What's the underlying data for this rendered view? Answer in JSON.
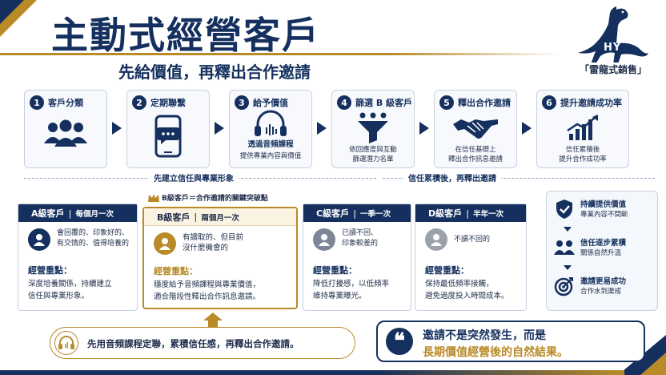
{
  "header": {
    "title": "主動式經營客戶",
    "subtitle": "先給價值，再釋出合作邀請",
    "logo_text": "HY",
    "logo_label": "「雷龍式銷售」"
  },
  "steps": [
    {
      "num": "1",
      "title": "客戶分類",
      "icon": "people-group-icon"
    },
    {
      "num": "2",
      "title": "定期聯繫",
      "icon": "phone-chat-icon"
    },
    {
      "num": "3",
      "title": "給予價值",
      "icon": "headphones-icon",
      "caption_strong": "透過音頻課程",
      "caption": "提供專業內容與價值"
    },
    {
      "num": "4",
      "title": "篩選 B 級客戶",
      "icon": "funnel-icon",
      "caption": "依回應度與互動",
      "caption2": "篩選潛力名單"
    },
    {
      "num": "5",
      "title": "釋出合作邀請",
      "icon": "handshake-icon",
      "caption": "在信任基礎上",
      "caption2": "釋出合作訊息邀請"
    },
    {
      "num": "6",
      "title": "提升邀請成功率",
      "icon": "growth-chart-icon",
      "caption": "信任累積後",
      "caption2": "提升合作成功率"
    }
  ],
  "stages": {
    "left": "先建立信任與專業形象",
    "right": "信任累積後，再釋出邀請"
  },
  "b_tag": "B級客戶＝合作邀請的關鍵突破點",
  "cards": [
    {
      "grade": "A級客戶",
      "freq": "每個月一次",
      "desc1": "會回覆的、印象好的、",
      "desc2": "有交情的、值得培養的",
      "key": "經營重點：",
      "body1": "深度培養關係，持續建立",
      "body2": "信任與專業形象。"
    },
    {
      "grade": "B級客戶",
      "freq": "兩個月一次",
      "desc1": "有讀取的、但目前",
      "desc2": "沒什麼機會的",
      "key": "經營重點：",
      "body1": "穩度給予音頻課程與專業價值，",
      "body2": "適合階段性釋出合作訊息邀請。"
    },
    {
      "grade": "C級客戶",
      "freq": "一季一次",
      "desc1": "已讀不回、",
      "desc2": "印象較差的",
      "key": "經營重點：",
      "body1": "降低打擾感，以低頻率",
      "body2": "維持專業曝光。"
    },
    {
      "grade": "D級客戶",
      "freq": "半年一次",
      "desc1": "不讀不回的",
      "desc2": "",
      "key": "經營重點：",
      "body1": "保持最低頻率接觸，",
      "body2": "避免過度投入時間成本。"
    }
  ],
  "panel": [
    {
      "title": "持續提供價值",
      "sub": "專業內容不間斷",
      "icon": "shield-check-icon"
    },
    {
      "title": "信任逐步累積",
      "sub": "關係自然升溫",
      "icon": "people-icon"
    },
    {
      "title": "邀請更易成功",
      "sub": "合作水到渠成",
      "icon": "target-icon"
    }
  ],
  "tip": "先用音頻課程定聯，累積信任感，再釋出合作邀請。",
  "quote": {
    "mark": "❝",
    "line1": "邀請不是突然發生，而是",
    "line2": "長期價值經營後的自然結果。"
  },
  "colors": {
    "navy": "#15305e",
    "gold": "#b98a28",
    "light": "#f7f9fc"
  }
}
